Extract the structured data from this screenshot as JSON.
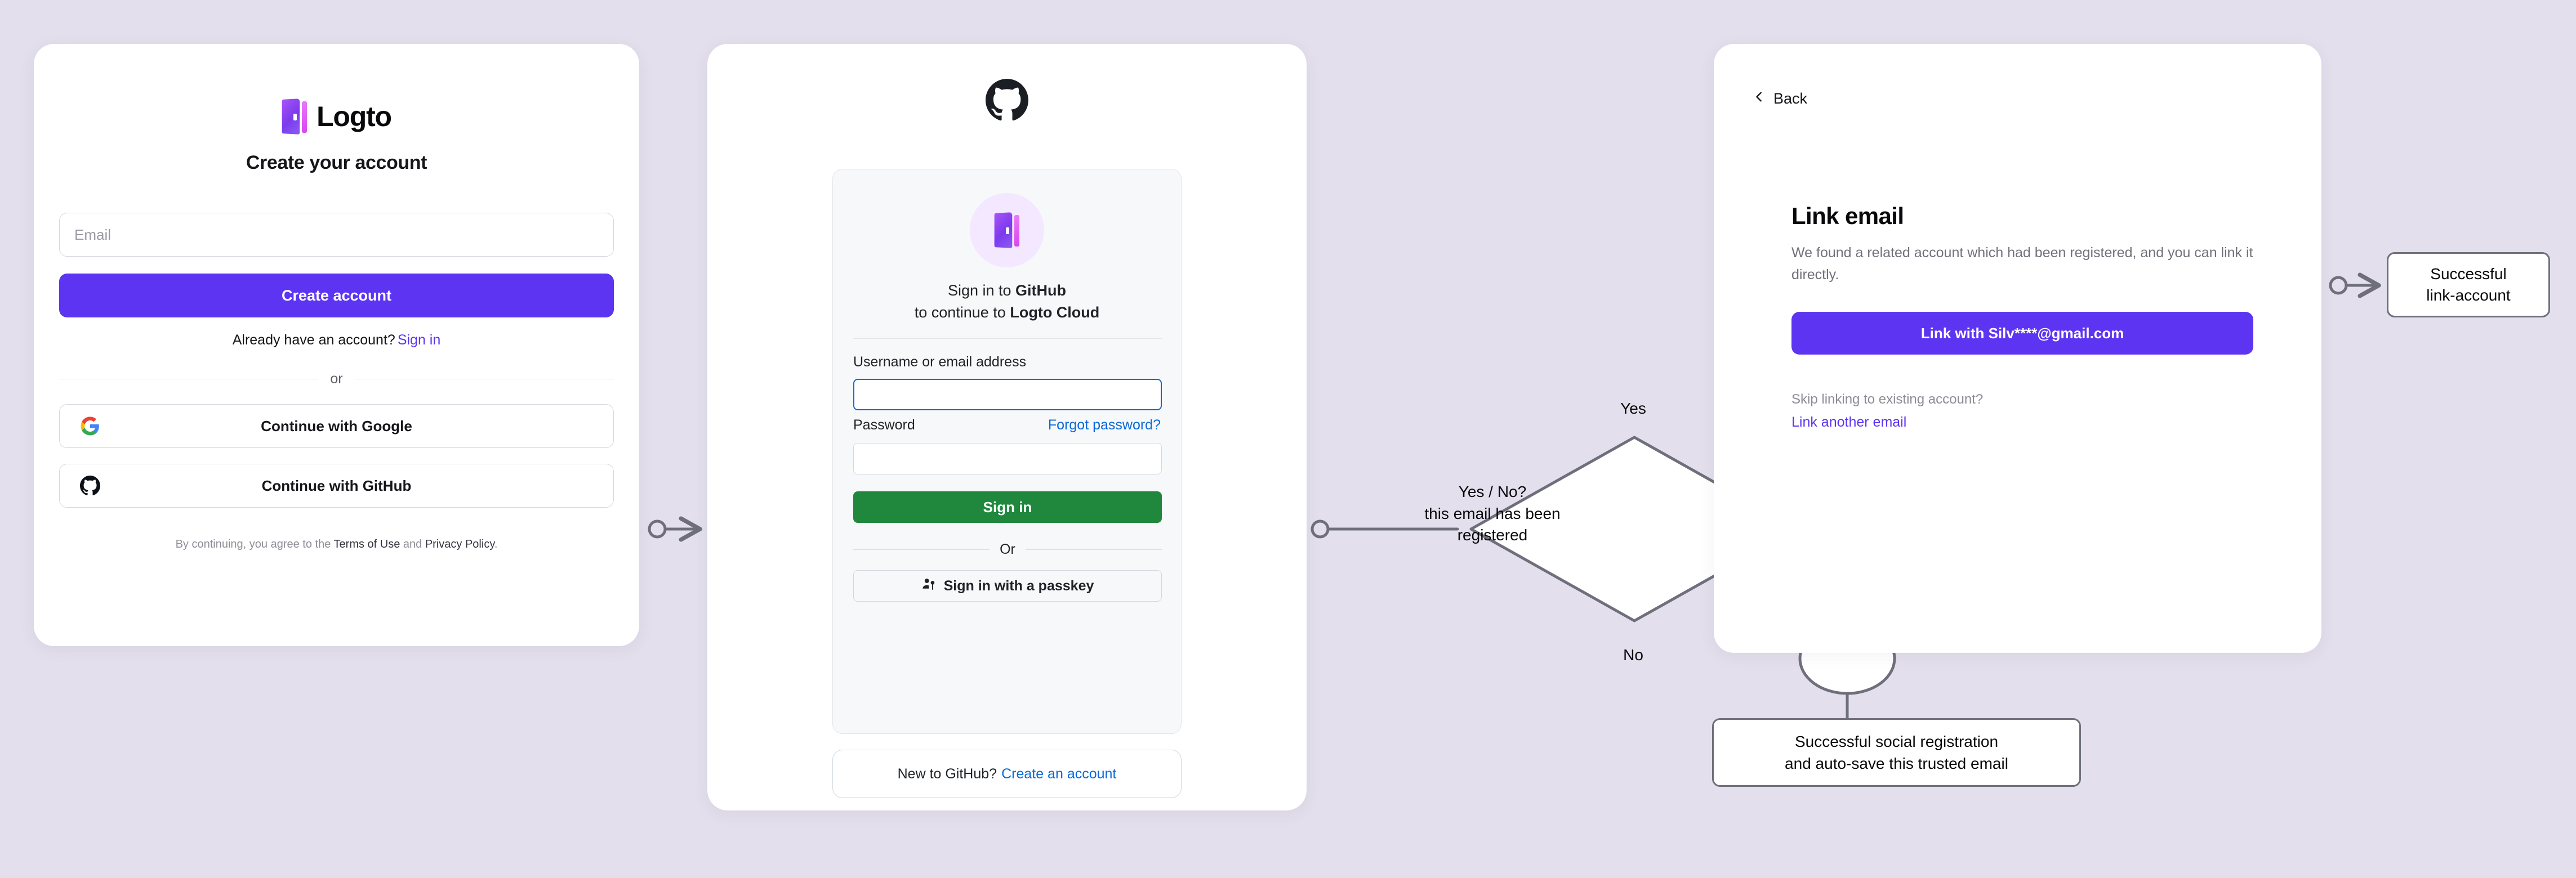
{
  "background_color": "#e3dfec",
  "accent_color": "#5d34f2",
  "github_green": "#1f883d",
  "github_blue": "#0969da",
  "flow_stroke": "#6f6f7c",
  "signup_card": {
    "brand": "Logto",
    "title": "Create your account",
    "email_placeholder": "Email",
    "create_account_label": "Create account",
    "already_prefix": "Already have an account?",
    "already_link": "Sign in",
    "divider_label": "or",
    "google_label": "Continue with Google",
    "github_label": "Continue with GitHub",
    "legal_prefix": "By continuing, you agree to the",
    "legal_terms": "Terms of Use",
    "legal_and": "and",
    "legal_privacy": "Privacy Policy",
    "legal_suffix": "."
  },
  "github_card": {
    "headline_line1_prefix": "Sign in to",
    "headline_line1_strong": "GitHub",
    "headline_line2_prefix": "to continue to",
    "headline_line2_strong": "Logto Cloud",
    "username_label": "Username or email address",
    "username_value": "",
    "password_label": "Password",
    "password_value": "",
    "forgot_label": "Forgot password?",
    "signin_label": "Sign in",
    "divider_label": "Or",
    "passkey_label": "Sign in with a passkey",
    "newto_prefix": "New to GitHub?",
    "newto_link": "Create an account"
  },
  "link_email_card": {
    "back_label": "Back",
    "title": "Link email",
    "description": "We found a related account which had been registered, and you can link it directly.",
    "link_button_label": "Link with Silv****@gmail.com",
    "skip_label": "Skip linking to existing account?",
    "link_another_label": "Link another email"
  },
  "flow": {
    "decision_line1": "Yes / No?",
    "decision_line2": "this email has been",
    "decision_line3": "registered",
    "yes_label": "Yes",
    "no_label": "No",
    "link_success_line1": "Successful",
    "link_success_line2": "link-account",
    "social_success_line1": "Successful social registration",
    "social_success_line2": "and auto-save this trusted email"
  }
}
